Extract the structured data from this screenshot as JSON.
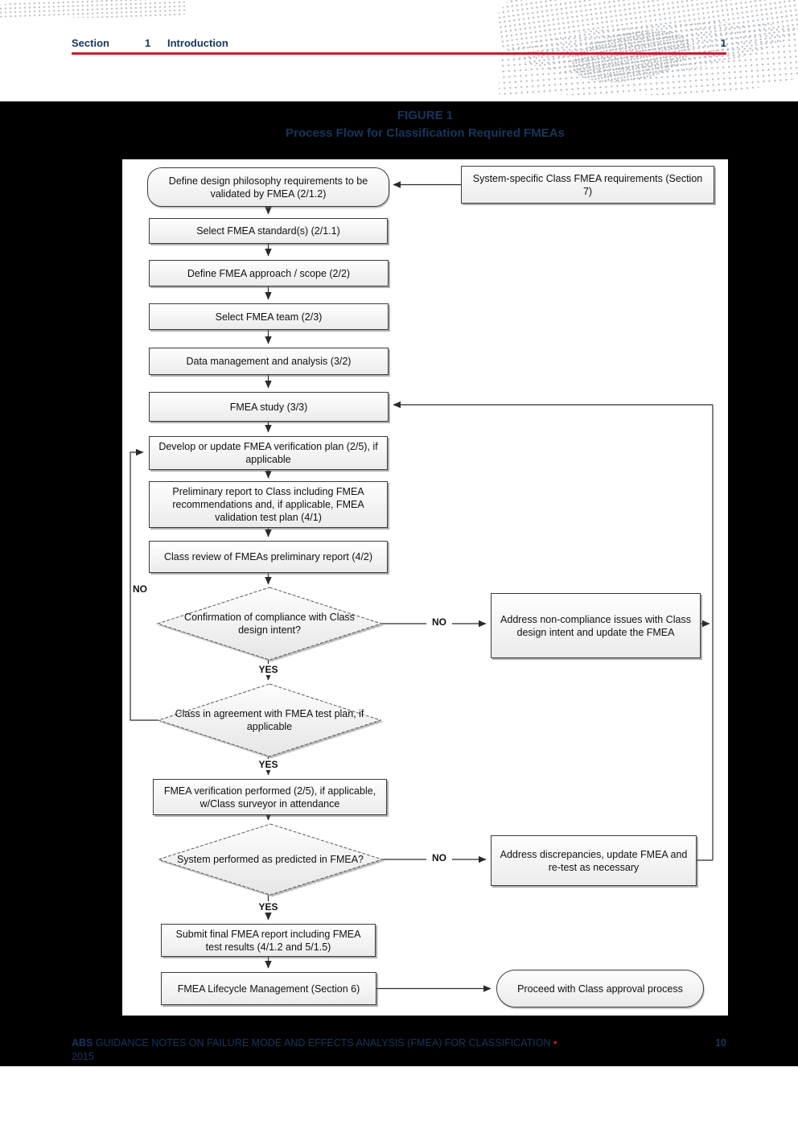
{
  "header": {
    "section_label": "Section",
    "section_number": "1",
    "section_title": "Introduction",
    "page_number": "1"
  },
  "figure": {
    "label": "FIGURE 1",
    "title": "Process Flow for Classification Required FMEAs"
  },
  "flowchart": {
    "nodes": {
      "define_philosophy": "Define design philosophy requirements to be validated by FMEA (2/1.2)",
      "system_specific": "System-specific Class FMEA requirements (Section 7)",
      "select_standard": "Select FMEA standard(s) (2/1.1)",
      "define_approach": "Define FMEA approach / scope (2/2)",
      "select_team": "Select FMEA team (2/3)",
      "data_management": "Data management and analysis (3/2)",
      "fmea_study": "FMEA study (3/3)",
      "develop_plan": "Develop or update FMEA verification plan (2/5), if applicable",
      "preliminary_report": "Preliminary report to Class including FMEA recommendations and, if applicable,  FMEA validation test plan (4/1)",
      "class_review": "Class review of FMEAs preliminary report (4/2)",
      "decision_compliance": "Confirmation of compliance with Class design intent?",
      "address_noncompliance": "Address non-compliance issues with Class design intent and update the FMEA",
      "decision_agreement": "Class in agreement with FMEA test plan, if applicable",
      "fmea_verification": "FMEA verification performed (2/5), if applicable, w/Class surveyor in attendance",
      "decision_performed": "System performed as predicted in FMEA?",
      "address_discrepancies": "Address discrepancies, update FMEA and re-test as necessary",
      "submit_final": "Submit final FMEA report including FMEA test results (4/1.2 and 5/1.5)",
      "lifecycle": "FMEA Lifecycle Management (Section 6)",
      "proceed": "Proceed with Class approval process"
    },
    "labels": {
      "yes": "YES",
      "no": "NO"
    }
  },
  "footer": {
    "brand": "ABS",
    "text": "GUIDANCE NOTES ON FAILURE MODE AND EFFECTS ANALYSIS (FMEA) FOR CLASSIFICATION",
    "bullet": "•",
    "year": "2015",
    "page_number": "10"
  },
  "colors": {
    "navy": "#17365d",
    "red": "#cd1b2b"
  }
}
